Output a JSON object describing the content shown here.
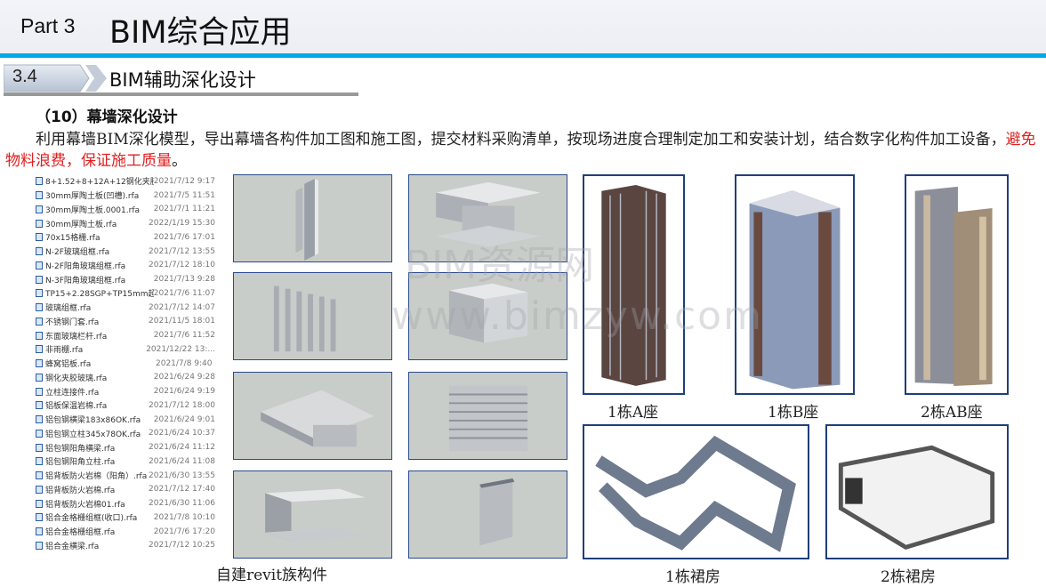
{
  "header": {
    "part": "Part 3",
    "title": "BIM综合应用"
  },
  "section": {
    "number": "3.4",
    "title": "BIM辅助深化设计"
  },
  "subtitle": "（10）幕墙深化设计",
  "paragraph": {
    "text": "利用幕墙BIM深化模型，导出幕墙各构件加工图和施工图，提交材料采购清单，按现场进度合理制定加工和安装计划，结合数字化构件加工设备，",
    "highlight": "避免物料浪费，保证施工质量",
    "end": "。"
  },
  "files": [
    {
      "name": "8+1.52+8+12A+12钢化夹胶...",
      "date": "2021/7/12 9:17"
    },
    {
      "name": "30mm厚陶土板(凹槽).rfa",
      "date": "2021/7/5 11:51"
    },
    {
      "name": "30mm厚陶土板.0001.rfa",
      "date": "2021/7/1 11:21"
    },
    {
      "name": "30mm厚陶土板.rfa",
      "date": "2022/1/19 15:30"
    },
    {
      "name": "70x15格栅.rfa",
      "date": "2021/7/6 17:01"
    },
    {
      "name": "N-2F玻璃组框.rfa",
      "date": "2021/7/12 13:55"
    },
    {
      "name": "N-2F阳角玻璃组框.rfa",
      "date": "2021/7/12 18:10"
    },
    {
      "name": "N-3F阳角玻璃组框.rfa",
      "date": "2021/7/13 9:28"
    },
    {
      "name": "TP15+2.28SGP+TP15mm超...",
      "date": "2021/7/6 11:07"
    },
    {
      "name": "玻璃组框.rfa",
      "date": "2021/7/12 14:07"
    },
    {
      "name": "不锈钢门套.rfa",
      "date": "2021/11/5 18:01"
    },
    {
      "name": "东面玻璃栏杆.rfa",
      "date": "2021/7/6 11:52"
    },
    {
      "name": "非雨棚.rfa",
      "date": "2021/12/22 13:..."
    },
    {
      "name": "蜂窝铝板.rfa",
      "date": "2021/7/8 9:40"
    },
    {
      "name": "钢化夹胶玻璃.rfa",
      "date": "2021/6/24 9:28"
    },
    {
      "name": "立柱连接件.rfa",
      "date": "2021/6/24 9:19"
    },
    {
      "name": "铝板保温岩棉.rfa",
      "date": "2021/7/12 18:00"
    },
    {
      "name": "铝包钢横梁183x86OK.rfa",
      "date": "2021/6/24 9:01"
    },
    {
      "name": "铝包钢立柱345x78OK.rfa",
      "date": "2021/6/24 10:37"
    },
    {
      "name": "铝包钢阳角横梁.rfa",
      "date": "2021/6/24 11:12"
    },
    {
      "name": "铝包钢阳角立柱.rfa",
      "date": "2021/6/24 11:08"
    },
    {
      "name": "铝背板防火岩棉（阳角）.rfa",
      "date": "2021/6/30 13:55"
    },
    {
      "name": "铝背板防火岩棉.rfa",
      "date": "2021/7/12 17:40"
    },
    {
      "name": "铝背板防火岩棉01.rfa",
      "date": "2021/6/30 11:06"
    },
    {
      "name": "铝合金格栅组框(收口).rfa",
      "date": "2021/7/8 10:10"
    },
    {
      "name": "铝合金格栅组框.rfa",
      "date": "2021/7/6 17:20"
    },
    {
      "name": "铝合金横梁.rfa",
      "date": "2021/7/12 10:25"
    }
  ],
  "labels": {
    "components": "自建revit族构件",
    "b1a": "1栋A座",
    "b1b": "1栋B座",
    "b2ab": "2栋AB座",
    "p1": "1栋裙房",
    "p2": "2栋裙房"
  },
  "watermark": {
    "line1": "BIM资源网",
    "line2": "www.bimzyw.com"
  },
  "colors": {
    "accent": "#00a8e6",
    "highlight": "#e02020"
  }
}
